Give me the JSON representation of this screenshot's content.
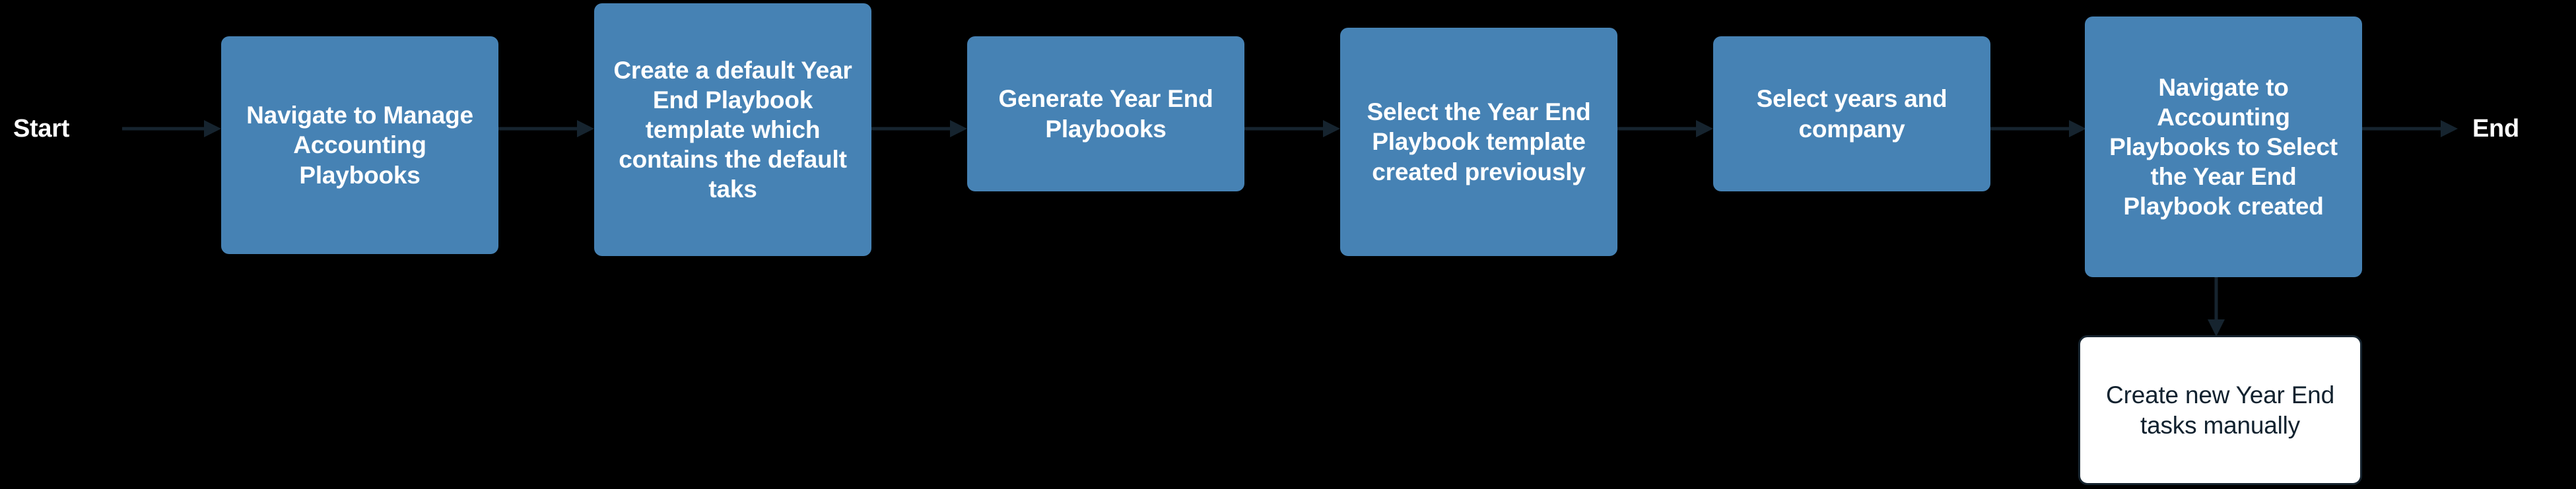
{
  "diagram": {
    "type": "flowchart",
    "orientation": "left-to-right",
    "background_color": "#000000",
    "node_fill_color": "#4682B4",
    "node_text_color": "#FFFFFF",
    "optional_node_fill_color": "#FFFFFF",
    "optional_node_text_color": "#11212E",
    "connector_color": "#16242F",
    "terminals": {
      "start": "Start",
      "end": "End"
    },
    "nodes": [
      {
        "id": "n1",
        "label": "Navigate to Manage Accounting Playbooks",
        "style": "process"
      },
      {
        "id": "n2",
        "label": "Create a default Year End Playbook template which contains the default taks",
        "style": "process"
      },
      {
        "id": "n3",
        "label": "Generate Year End Playbooks",
        "style": "process"
      },
      {
        "id": "n4",
        "label": "Select the Year End Playbook template created previously",
        "style": "process"
      },
      {
        "id": "n5",
        "label": "Select years and company",
        "style": "process"
      },
      {
        "id": "n6",
        "label": "Navigate to Accounting Playbooks to Select the Year End Playbook created",
        "style": "process"
      },
      {
        "id": "n7",
        "label": "Create new Year End tasks manually",
        "style": "optional"
      }
    ],
    "edges": [
      {
        "from": "start",
        "to": "n1",
        "direction": "right"
      },
      {
        "from": "n1",
        "to": "n2",
        "direction": "right"
      },
      {
        "from": "n2",
        "to": "n3",
        "direction": "right"
      },
      {
        "from": "n3",
        "to": "n4",
        "direction": "right"
      },
      {
        "from": "n4",
        "to": "n5",
        "direction": "right"
      },
      {
        "from": "n5",
        "to": "n6",
        "direction": "right"
      },
      {
        "from": "n6",
        "to": "end",
        "direction": "right"
      },
      {
        "from": "n6",
        "to": "n7",
        "direction": "down"
      }
    ]
  }
}
